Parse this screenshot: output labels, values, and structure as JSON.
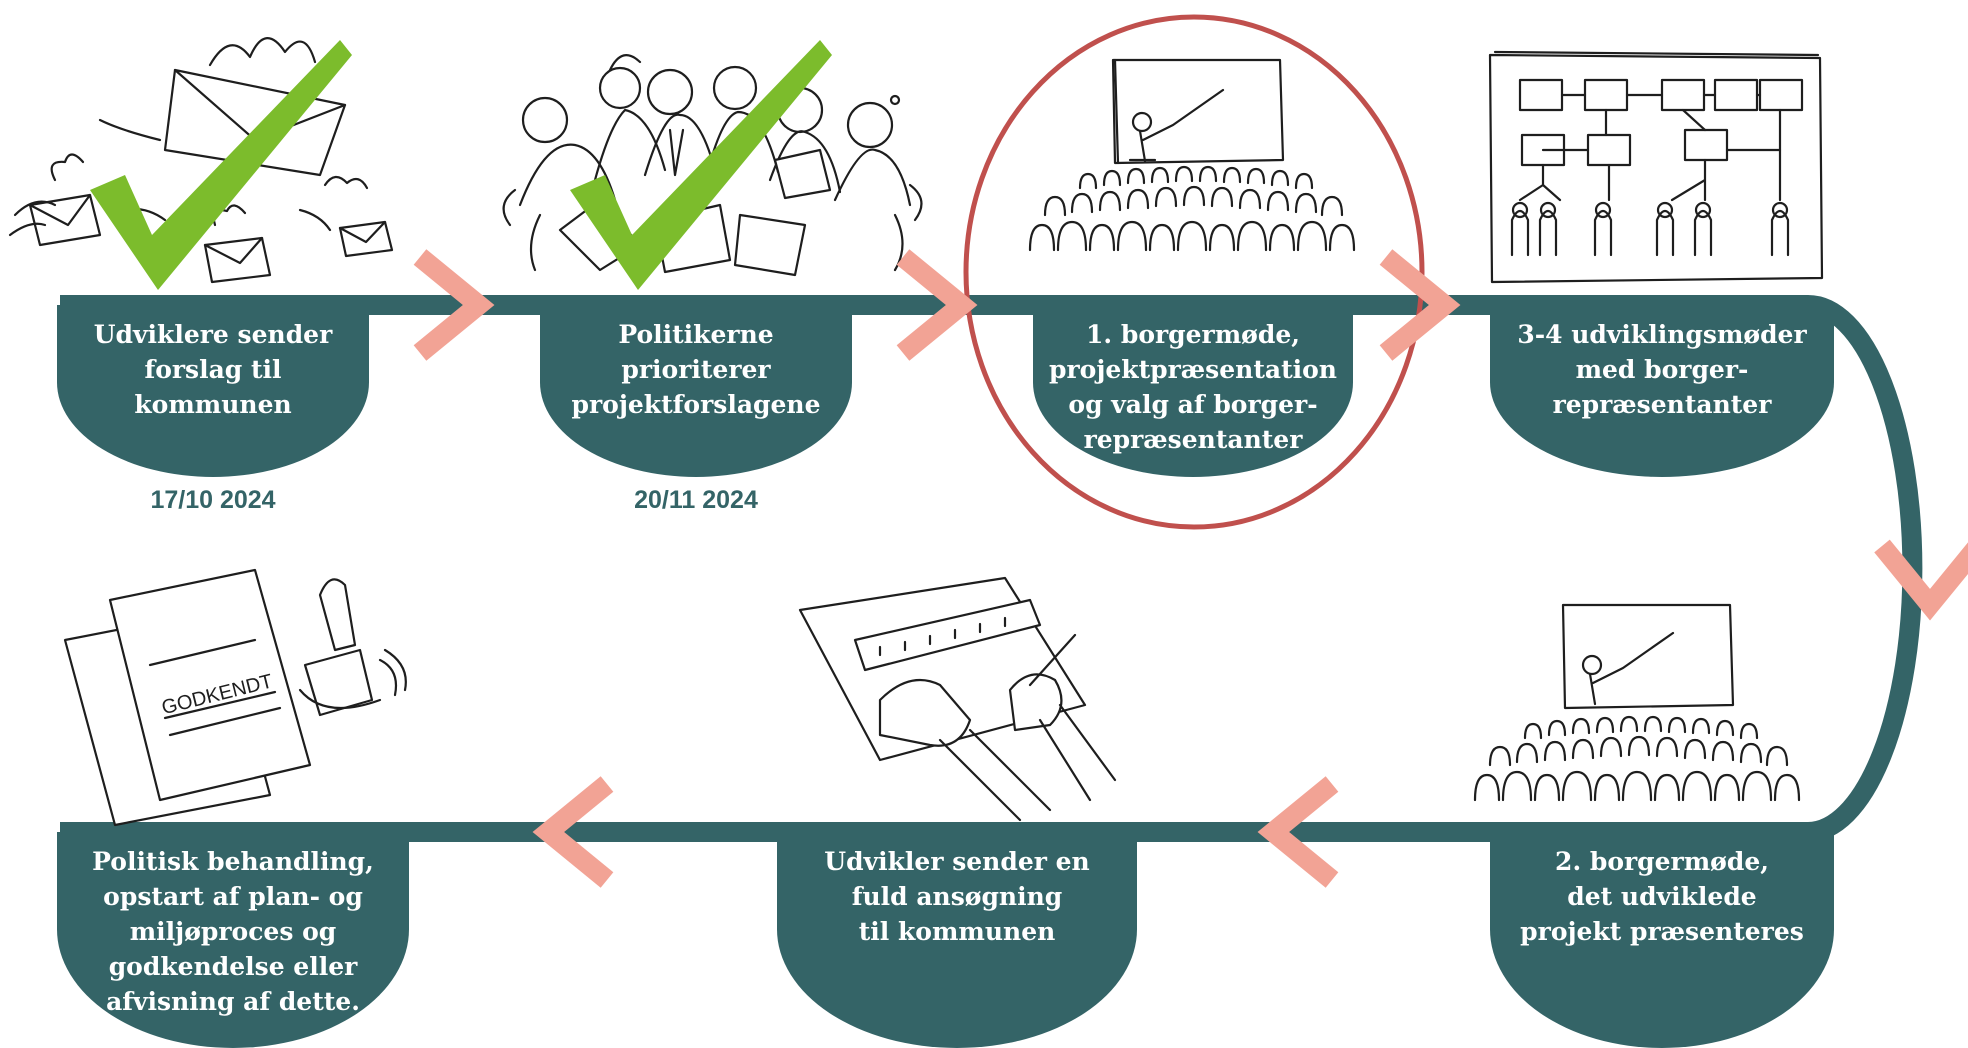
{
  "colors": {
    "track": "#346467",
    "chevron": "#f2a395",
    "check": "#7cbc2c",
    "highlight": "#c0504d",
    "date": "#346467",
    "sketch": "#1e1e1e"
  },
  "steps": [
    {
      "text": "Udviklere sender\nforslag til\nkommunen",
      "date": "17/10 2024",
      "completed": true,
      "icon": "envelopes-flying-icon"
    },
    {
      "text": "Politikerne\nprioriterer\nprojektforslagene",
      "date": "20/11 2024",
      "completed": true,
      "icon": "politicians-meeting-icon"
    },
    {
      "text": "1. borgermøde,\nprojektpræsentation\nog valg af borger-\nrepræsentanter",
      "date": "",
      "current": true,
      "icon": "presentation-audience-icon"
    },
    {
      "text": "3-4 udviklingsmøder\nmed borger-\nrepræsentanter",
      "date": "",
      "icon": "org-chart-board-icon"
    },
    {
      "text": "2. borgermøde,\ndet udviklede\nprojekt præsenteres",
      "date": "",
      "icon": "presentation-audience-icon"
    },
    {
      "text": "Udvikler sender en\nfuld ansøgning\ntil kommunen",
      "date": "",
      "icon": "drafting-ruler-icon"
    },
    {
      "text": "Politisk behandling,\nopstart af plan- og\nmiljøproces og\ngodkendelse eller\nafvisning af dette.",
      "date": "",
      "icon": "approved-stamp-icon"
    }
  ],
  "stamp_text": "GODKENDT"
}
